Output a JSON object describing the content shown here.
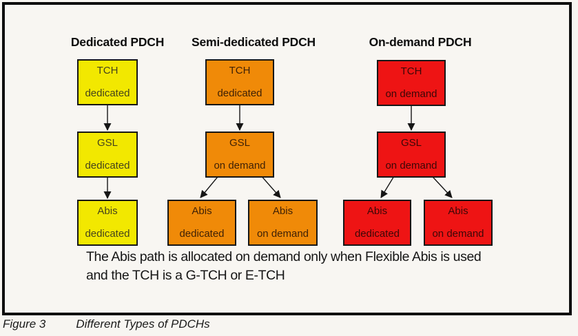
{
  "colors": {
    "yellow": "#f2e800",
    "orange": "#f08a08",
    "red": "#ee1414",
    "border": "#0e0e0e",
    "background": "#f8f6f2"
  },
  "columns": [
    {
      "header": "Dedicated PDCH",
      "boxes": [
        {
          "line1": "TCH",
          "line2": "dedicated"
        },
        {
          "line1": "GSL",
          "line2": "dedicated"
        },
        {
          "line1": "Abis",
          "line2": "dedicated"
        }
      ]
    },
    {
      "header": "Semi-dedicated PDCH",
      "boxes": [
        {
          "line1": "TCH",
          "line2": "dedicated"
        },
        {
          "line1": "GSL",
          "line2": "on demand"
        },
        {
          "line1": "Abis",
          "line2": "dedicated"
        },
        {
          "line1": "Abis",
          "line2": "on demand"
        }
      ]
    },
    {
      "header": "On-demand PDCH",
      "boxes": [
        {
          "line1": "TCH",
          "line2": "on demand"
        },
        {
          "line1": "GSL",
          "line2": "on demand"
        },
        {
          "line1": "Abis",
          "line2": "dedicated"
        },
        {
          "line1": "Abis",
          "line2": "on demand"
        }
      ]
    }
  ],
  "note": {
    "line1": "The Abis path is allocated on demand only when Flexible Abis is used",
    "line2": "and the TCH is a G-TCH or E-TCH"
  },
  "caption": {
    "label": "Figure 3",
    "title": "Different Types of PDCHs"
  }
}
